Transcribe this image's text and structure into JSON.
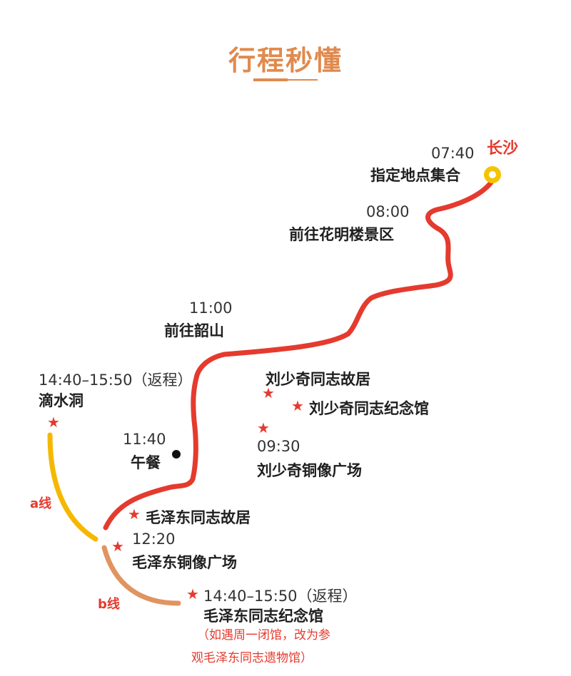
{
  "title": "行程秒懂",
  "colors": {
    "title": "#e08a4e",
    "route_main": "#e53a2e",
    "route_a": "#f5b800",
    "route_b": "#e09460",
    "accent_red": "#e53a2e"
  },
  "start": {
    "city": "长沙",
    "time": "07:40",
    "place": "指定地点集合"
  },
  "stops": {
    "huaming": {
      "time": "08:00",
      "place": "前往花明楼景区"
    },
    "shaoshan": {
      "time": "11:00",
      "place": "前往韶山"
    },
    "lunch": {
      "time": "11:40",
      "place": "午餐"
    },
    "dishuidong": {
      "time": "14:40–15:50（返程）",
      "place": "滴水洞"
    },
    "liu_former": {
      "place": "刘少奇同志故居"
    },
    "liu_memorial": {
      "place": "刘少奇同志纪念馆"
    },
    "liu_statue": {
      "time": "09:30",
      "place": "刘少奇铜像广场"
    },
    "mao_former": {
      "place": "毛泽东同志故居"
    },
    "mao_statue": {
      "time": "12:20",
      "place": "毛泽东铜像广场"
    },
    "mao_memorial": {
      "time": "14:40–15:50（返程）",
      "place": "毛泽东同志纪念馆",
      "note_line1": "（如遇周一闭馆，改为参",
      "note_line2": "观毛泽东同志遗物馆）"
    }
  },
  "lines": {
    "a": "a线",
    "b": "b线"
  }
}
